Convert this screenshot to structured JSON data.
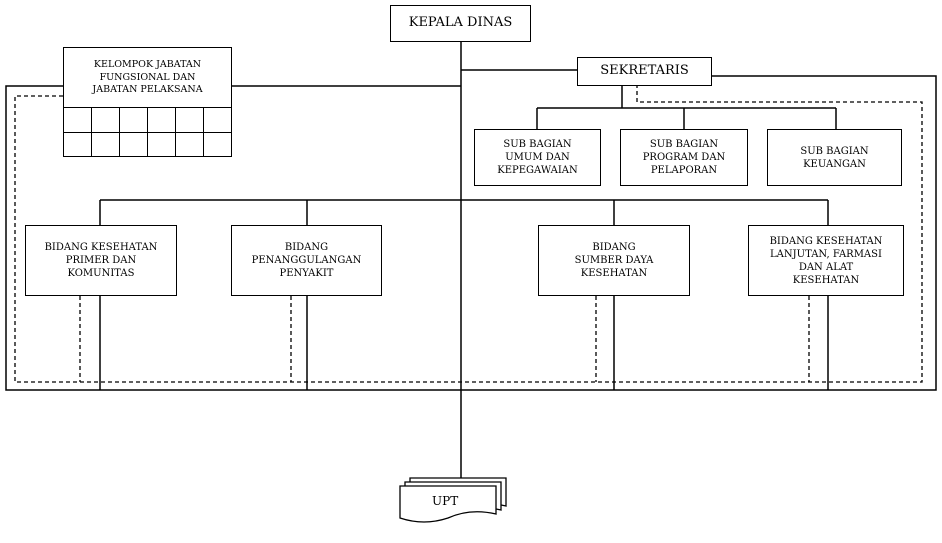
{
  "nodes": {
    "kepala": "KEPALA DINAS",
    "sekretaris": "SEKRETARIS",
    "kelompok": "KELOMPOK JABATAN\nFUNGSIONAL  DAN\nJABATAN  PELAKSANA",
    "sub_umum": "SUB BAGIAN\nUMUM DAN\nKEPEGAWAIAN",
    "sub_program": "SUB BAGIAN\nPROGRAM DAN\nPELAPORAN",
    "sub_keuangan": "SUB BAGIAN\nKEUANGAN",
    "bidang_kesmas": "BIDANG KESEHATAN\nPRIMER DAN\nKOMUNITAS",
    "bidang_p2p": "BIDANG\nPENANGGULANGAN\nPENYAKIT",
    "bidang_sdk": "BIDANG\nSUMBER DAYA\nKESEHATAN",
    "bidang_lanjutan": "BIDANG KESEHATAN\nLANJUTAN, FARMASI\nDAN ALAT\nKESEHATAN",
    "upt": "UPT"
  }
}
